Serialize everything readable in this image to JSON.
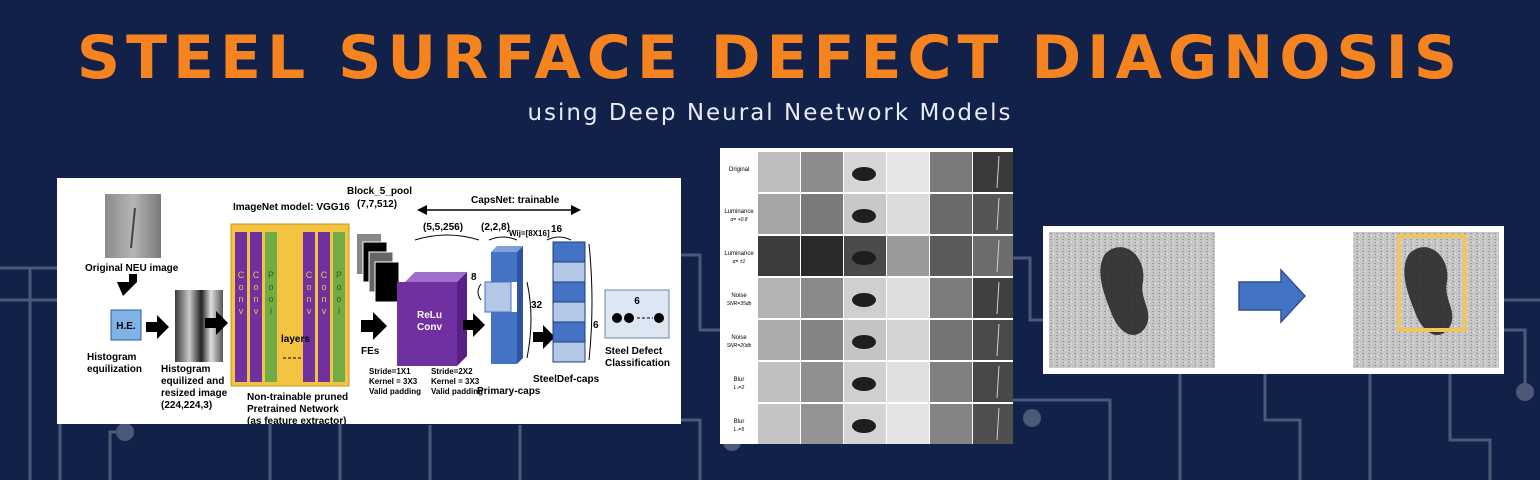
{
  "header": {
    "title": "STEEL SURFACE DEFECT DIAGNOSIS",
    "subtitle": "using Deep Neural Neetwork Models"
  },
  "architecture": {
    "input_label": "Original NEU image",
    "he_label": "H.E.",
    "hist_label_1": "Histogram",
    "hist_label_2": "equilization",
    "resized_label_1": "Histogram",
    "resized_label_2": "equilized and",
    "resized_label_3": "resized image",
    "resized_label_4": "(224,224,3)",
    "vgg_title": "ImageNet model: VGG16",
    "layers_label": "layers",
    "vgg_letters": [
      "C",
      "o",
      "n",
      "v",
      "C",
      "o",
      "n",
      "v",
      "P",
      "o",
      "o",
      "l"
    ],
    "nontrain_1": "Non-trainable pruned",
    "nontrain_2": "Pretrained Network",
    "nontrain_3": "(as feature extractor)",
    "block_label": "Block_5_pool",
    "block_dims": "(7,7,512)",
    "fes_label": "FEs",
    "capsnet_label": "CapsNet: trainable",
    "relu_dims": "(5,5,256)",
    "relu_1": "ReLu",
    "relu_2": "Conv",
    "stride1_1": "Stride=1X1",
    "stride1_2": "Kernel = 3X3",
    "stride1_3": "Valid padding",
    "stride2_1": "Stride=2X2",
    "stride2_2": "Kernel = 3X3",
    "stride2_3": "Valid padding",
    "primary_dims": "(2,2,8)",
    "wij_label": "Wij=[8X16]",
    "sixteen": "16",
    "eight": "8",
    "thirtytwo": "32",
    "primary_label": "Primary-caps",
    "six_side": "6",
    "steeldef_label": "SteelDef-caps",
    "six_top": "6",
    "classif_1": "Steel Defect",
    "classif_2": "Classification"
  },
  "grid": {
    "rows": [
      {
        "label_1": "Original",
        "label_2": ""
      },
      {
        "label_1": "Luminance",
        "label_2": "α= +0.8"
      },
      {
        "label_1": "Luminance",
        "label_2": "α= ±1"
      },
      {
        "label_1": "Noise",
        "label_2": "SNR=35db"
      },
      {
        "label_1": "Noise",
        "label_2": "SNR=20db"
      },
      {
        "label_1": "Blur",
        "label_2": "Lₙ=2"
      },
      {
        "label_1": "Blur",
        "label_2": "Lₙ=5"
      }
    ],
    "columns": 6
  },
  "detection": {
    "arrow": "right-arrow"
  },
  "colors": {
    "background": "#12214a",
    "title": "#f5831f",
    "vgg_block": "#f5c342",
    "conv_purple": "#7030a0",
    "pool_green": "#70ad47",
    "caps_blue": "#4472c4",
    "bbox": "#f2c55c"
  }
}
